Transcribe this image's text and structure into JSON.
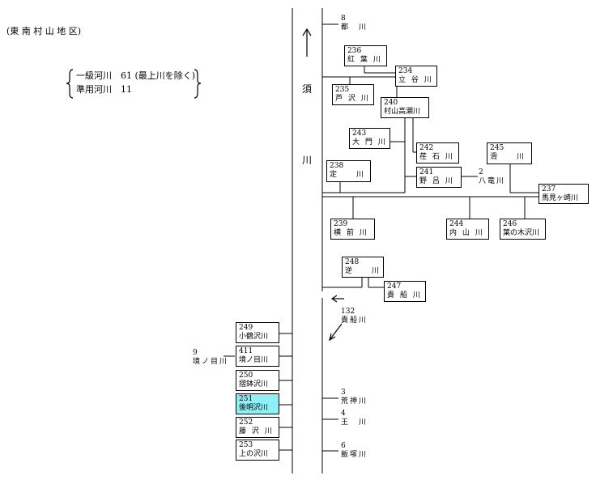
{
  "header": {
    "region": "(東 南 村 山 地 区)",
    "class1": "一級河川　61 (最上川を除く)",
    "quasi": "準用河川　11"
  },
  "main_river": {
    "char1": "須",
    "char2": "川"
  },
  "rivers": {
    "r8": {
      "num": "8",
      "name": "都　川"
    },
    "r236": {
      "num": "236",
      "name": "紅 葉 川"
    },
    "r234": {
      "num": "234",
      "name": "立 谷 川"
    },
    "r235": {
      "num": "235",
      "name": "芦 沢 川"
    },
    "r240": {
      "num": "240",
      "name": "村山高瀬川"
    },
    "r243": {
      "num": "243",
      "name": "大 門 川"
    },
    "r242": {
      "num": "242",
      "name": "荏 石 川"
    },
    "r245": {
      "num": "245",
      "name": "滑　　川"
    },
    "r238": {
      "num": "238",
      "name": "定　　川"
    },
    "r241": {
      "num": "241",
      "name": "野 呂 川"
    },
    "r2": {
      "num": "2",
      "name": "八竜川"
    },
    "r237": {
      "num": "237",
      "name": "馬見ヶ崎川"
    },
    "r239": {
      "num": "239",
      "name": "横 前 川"
    },
    "r244": {
      "num": "244",
      "name": "内 山 川"
    },
    "r246": {
      "num": "246",
      "name": "葉の木沢川"
    },
    "r248": {
      "num": "248",
      "name": "逆　　川"
    },
    "r247": {
      "num": "247",
      "name": "貴 船 川"
    },
    "r132": {
      "num": "132",
      "name": "貴船川"
    },
    "r249": {
      "num": "249",
      "name": "小鶴沢川"
    },
    "r411": {
      "num": "411",
      "name": "境ノ目川"
    },
    "r9": {
      "num": "9",
      "name": "境ノ目川"
    },
    "r250": {
      "num": "250",
      "name": "摺鉢沢川"
    },
    "r251": {
      "num": "251",
      "name": "後明沢川"
    },
    "r252": {
      "num": "252",
      "name": "藤 沢 川"
    },
    "r253": {
      "num": "253",
      "name": "上の沢川"
    },
    "r3": {
      "num": "3",
      "name": "荒神川"
    },
    "r4": {
      "num": "4",
      "name": "王　川"
    },
    "r6": {
      "num": "6",
      "name": "飯塚川"
    }
  },
  "colors": {
    "highlight": "#8ef0f5",
    "line": "#000000"
  }
}
